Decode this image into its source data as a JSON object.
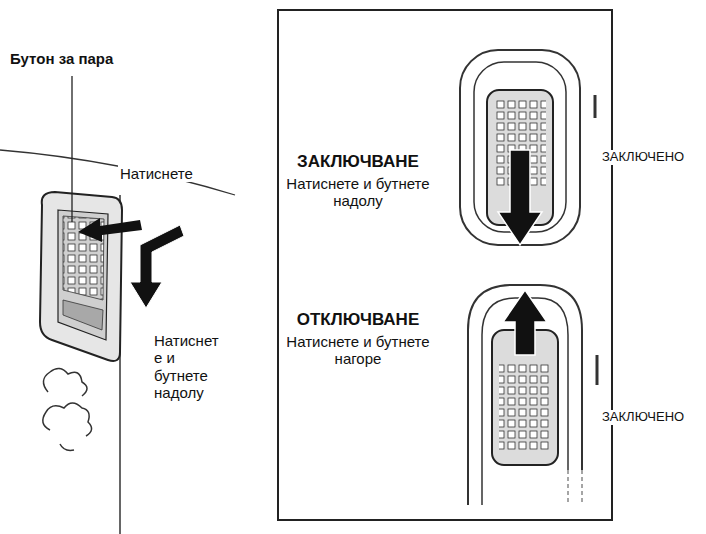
{
  "diagram": {
    "labels": [
      "Бутон за пара",
      "Натиснете",
      "Натиснет е и бутнете надолу",
      "ЗАКЛЮЧВАНЕ",
      "Натиснете и бутнете надолу",
      "ЗАКЛЮЧЕНО",
      "ОТКЛЮЧВАНЕ",
      "Натиснете и бутнете нагоре",
      "ЗАКЛЮЧЕНО"
    ]
  }
}
